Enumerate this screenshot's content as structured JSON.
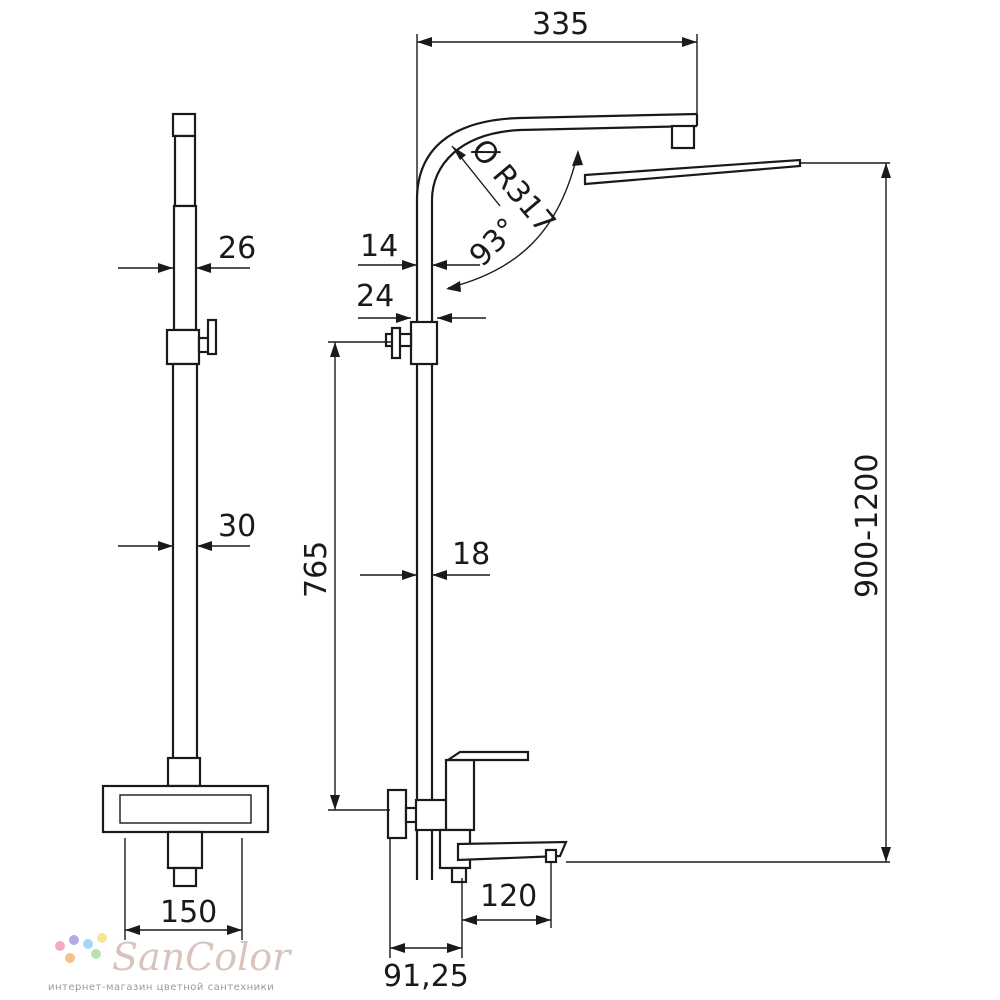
{
  "dimensions": {
    "top_width": "335",
    "radius": "Ø R317",
    "angle": "93°",
    "pipe_outer_left": "26",
    "pipe_14": "14",
    "pipe_24": "24",
    "pipe_30": "30",
    "pipe_18": "18",
    "height_765": "765",
    "height_range": "900-1200",
    "spout_120": "120",
    "mixer_150": "150",
    "offset_91_25": "91,25"
  },
  "logo": {
    "name": "SanColor",
    "tagline": "интернет-магазин цветной сантехники",
    "dot_colors": [
      "#f4a9c6",
      "#b9a7e8",
      "#a7d7f0",
      "#f7e39a",
      "#f6c28b",
      "#b8e3b0"
    ]
  }
}
